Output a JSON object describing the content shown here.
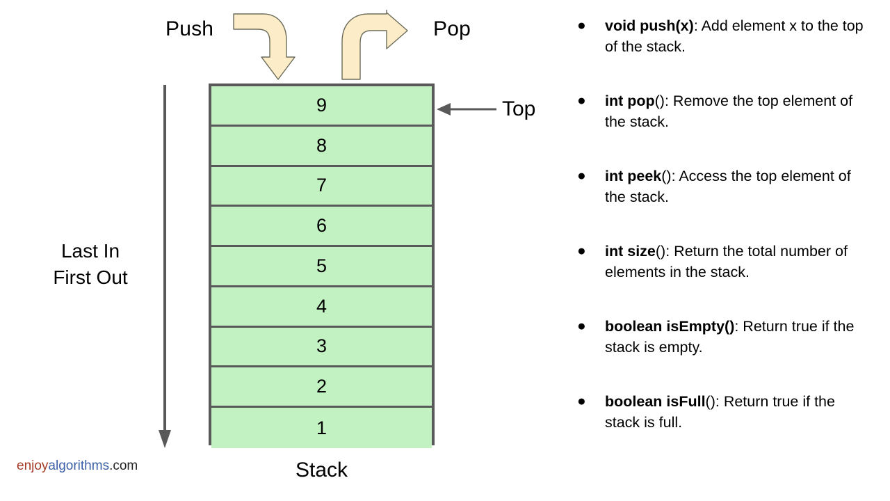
{
  "diagram": {
    "title_label": "Stack",
    "push_label": "Push",
    "pop_label": "Pop",
    "top_label": "Top",
    "lifo_label_line1": "Last In",
    "lifo_label_line2": "First Out",
    "cells": [
      "9",
      "8",
      "7",
      "6",
      "5",
      "4",
      "3",
      "2",
      "1"
    ],
    "colors": {
      "cell_fill": "#c3f2c2",
      "cell_border": "#595959",
      "arrow_fill": "#fdecc8",
      "arrow_stroke": "#6b6b5a",
      "pointer_gray": "#595959"
    },
    "icons": {
      "push_arrow": "curved-down-arrow-icon",
      "pop_arrow": "curved-up-right-arrow-icon",
      "top_pointer": "left-arrow-icon",
      "lifo_arrow": "down-arrow-icon"
    }
  },
  "watermark": {
    "part1": "enjoy",
    "part2": "algorithms",
    "part3": ".com"
  },
  "operations": {
    "bullet_glyph": "●",
    "items": [
      {
        "signature": "void push(x)",
        "paren": "",
        "description": ": Add element x to the top of the stack."
      },
      {
        "signature": "int pop",
        "paren": "()",
        "description": ": Remove the top element of the stack."
      },
      {
        "signature": "int peek",
        "paren": "()",
        "description": ": Access the top element of the stack."
      },
      {
        "signature": "int size",
        "paren": "()",
        "description": ": Return the total number of elements in the stack."
      },
      {
        "signature": "boolean isEmpty()",
        "paren": "",
        "description": ": Return true if the stack is empty."
      },
      {
        "signature": "boolean isFull",
        "paren": "()",
        "description": ": Return true if the stack is full."
      }
    ]
  }
}
